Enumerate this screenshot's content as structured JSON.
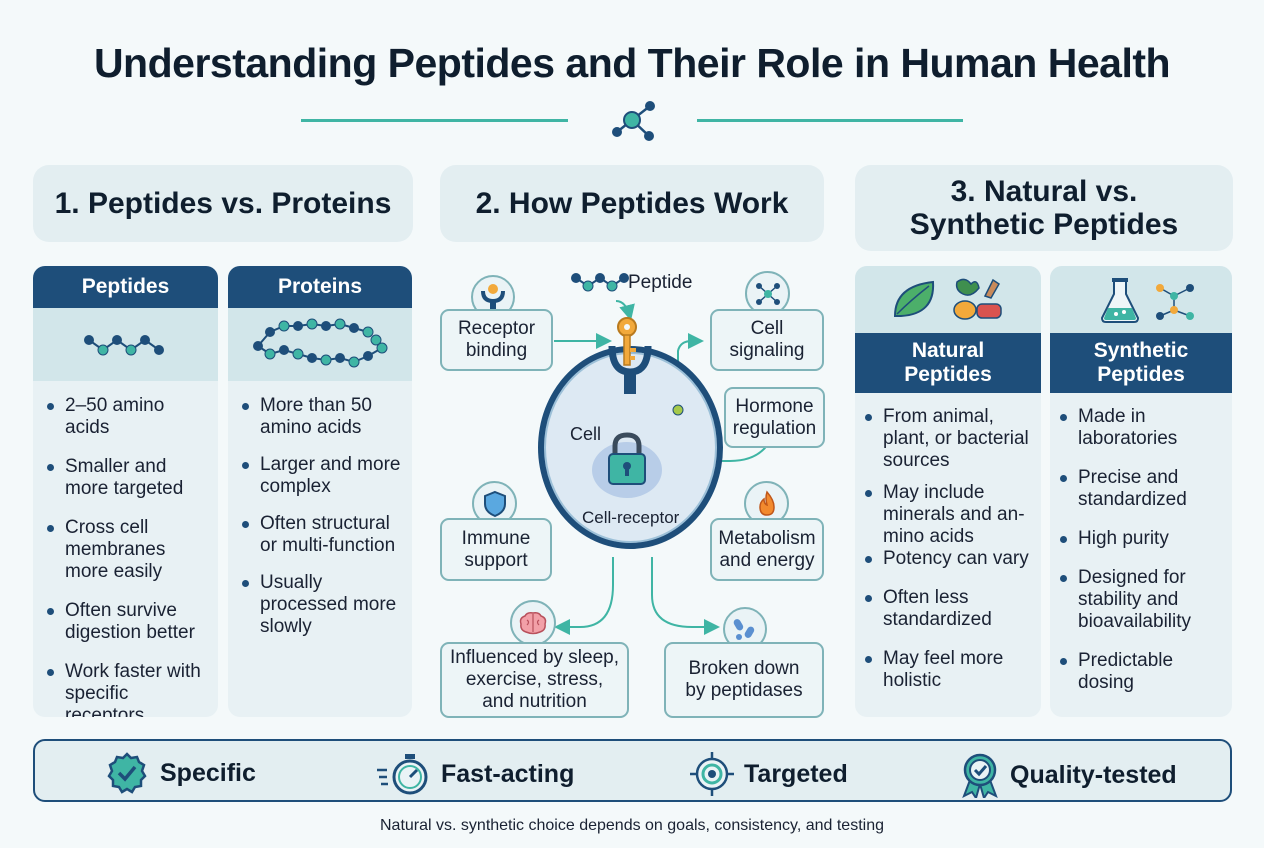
{
  "title": "Understanding Peptides and Their Role in Human Health",
  "sections": {
    "s1": "1. Peptides vs. Proteins",
    "s2": "2. How Peptides Work",
    "s3": "3. Natural vs. Synthetic Peptides"
  },
  "peptides": {
    "header": "Peptides",
    "items": [
      "2–50 amino acids",
      "Smaller and more targeted",
      "Cross cell membranes more easily",
      "Often survive digestion better",
      "Work faster with specific receptors"
    ]
  },
  "proteins": {
    "header": "Proteins",
    "items": [
      "More than 50 amino acids",
      "Larger and more complex",
      "Often structural or multi-function",
      "Usually processed more slowly"
    ]
  },
  "diagram": {
    "peptide_label": "Peptide",
    "cell_label": "Cell",
    "receptor_label": "Cell-receptor",
    "receptor_binding": "Receptor binding",
    "cell_signaling": "Cell signaling",
    "hormone_regulation": "Hormone regulation",
    "immune_support": "Immune support",
    "metabolism": "Metabolism and energy",
    "influenced": "Influenced by sleep, exercise, stress, and nutrition",
    "broken_down": "Broken down by peptidases"
  },
  "natural": {
    "header": "Natural Peptides",
    "items": [
      "From animal, plant, or bacterial sources",
      "May include minerals and an- mino acids",
      "Potency can vary",
      "Often less standardized",
      "May feel more holistic"
    ]
  },
  "synthetic": {
    "header": "Synthetic Peptides",
    "items": [
      "Made in laboratories",
      "Precise and standardized",
      "High purity",
      "Designed for stability and bioavailability",
      "Predictable dosing"
    ]
  },
  "features": [
    "Specific",
    "Fast-acting",
    "Targeted",
    "Quality-tested"
  ],
  "footer": "Natural vs. synthetic choice depends on goals, consistency, and testing",
  "colors": {
    "navy": "#1e4e7a",
    "teal": "#3fb5a4",
    "outline": "#7fb3b8"
  },
  "icons": [
    "molecule-icon",
    "antibody-icon",
    "network-icon",
    "flame-icon",
    "shield-icon",
    "brain-icon",
    "pills-icon",
    "key-icon",
    "lock-icon",
    "leaf-icon",
    "food-icon",
    "flask-icon",
    "badge-check-icon",
    "stopwatch-icon",
    "target-icon",
    "ribbon-icon"
  ]
}
